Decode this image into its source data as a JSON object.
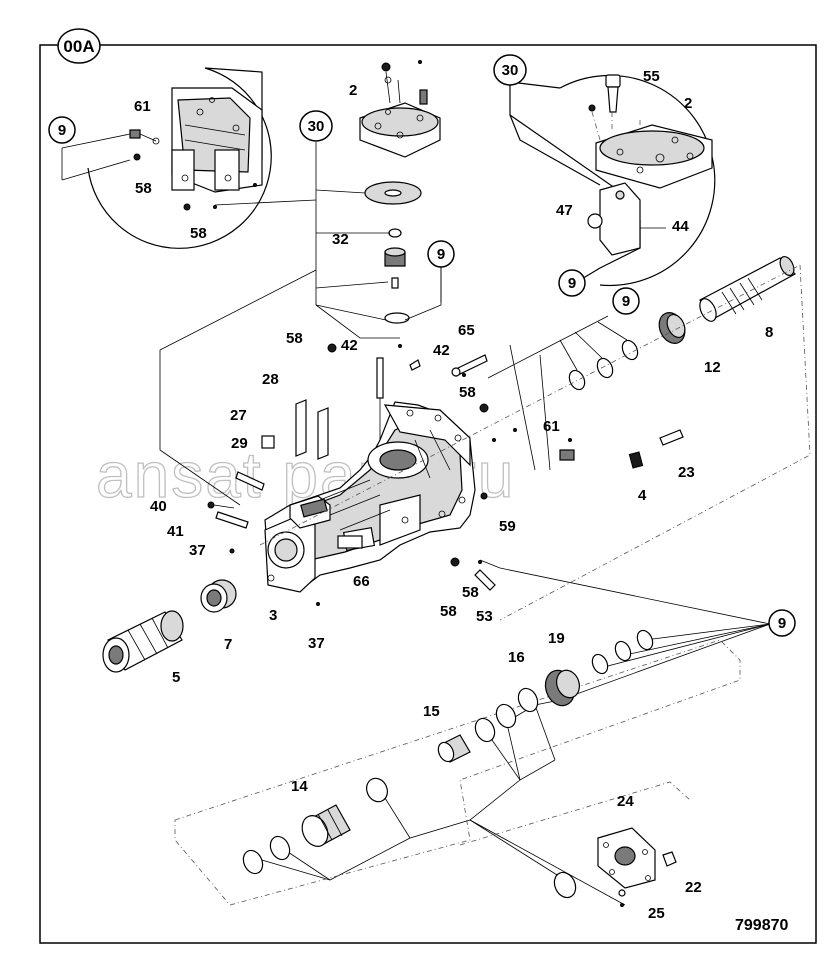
{
  "figure": {
    "id_badge": "00A",
    "drawing_number": "799870",
    "watermark": "ansat parts.ru"
  },
  "labels": {
    "l2a": "2",
    "l2b": "2",
    "l3": "3",
    "l4": "4",
    "l5": "5",
    "l7": "7",
    "l8": "8",
    "l12": "12",
    "l14": "14",
    "l15": "15",
    "l16": "16",
    "l19": "19",
    "l22": "22",
    "l23": "23",
    "l24": "24",
    "l25": "25",
    "l27": "27",
    "l28": "28",
    "l29": "29",
    "l32": "32",
    "l37a": "37",
    "l37b": "37",
    "l40": "40",
    "l41": "41",
    "l42a": "42",
    "l42b": "42",
    "l44": "44",
    "l47": "47",
    "l53": "53",
    "l55": "55",
    "l58a": "58",
    "l58b": "58",
    "l58c": "58",
    "l58d": "58",
    "l58e": "58",
    "l58f": "58",
    "l59": "59",
    "l61a": "61",
    "l61b": "61",
    "l65": "65",
    "l66": "66"
  },
  "callouts": {
    "c9a": "9",
    "c9b": "9",
    "c9c": "9",
    "c9d": "9",
    "c9e": "9",
    "c30a": "30",
    "c30b": "30"
  }
}
